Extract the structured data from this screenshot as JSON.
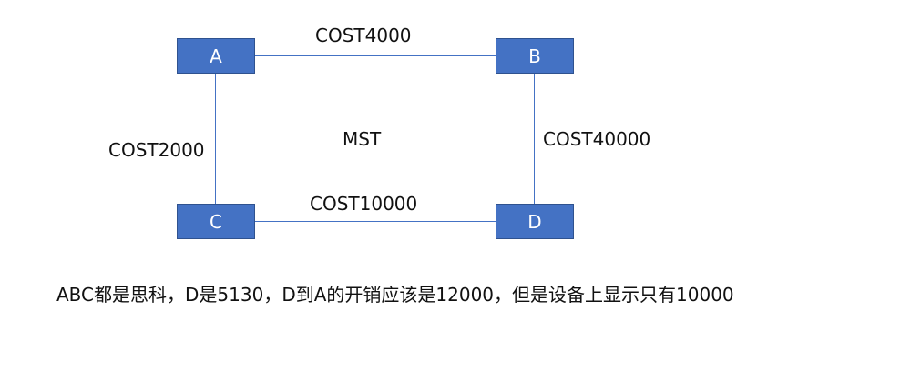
{
  "nodes": {
    "a": "A",
    "b": "B",
    "c": "C",
    "d": "D"
  },
  "links": {
    "a_b": "COST4000",
    "a_c": "COST2000",
    "b_d": "COST40000",
    "c_d": "COST10000"
  },
  "center_label": "MST",
  "note": "ABC都是思科，D是5130，D到A的开销应该是12000，但是设备上显示只有10000",
  "colors": {
    "node_fill": "#4472c4",
    "node_border": "#2f528f",
    "link": "#4472c4"
  }
}
